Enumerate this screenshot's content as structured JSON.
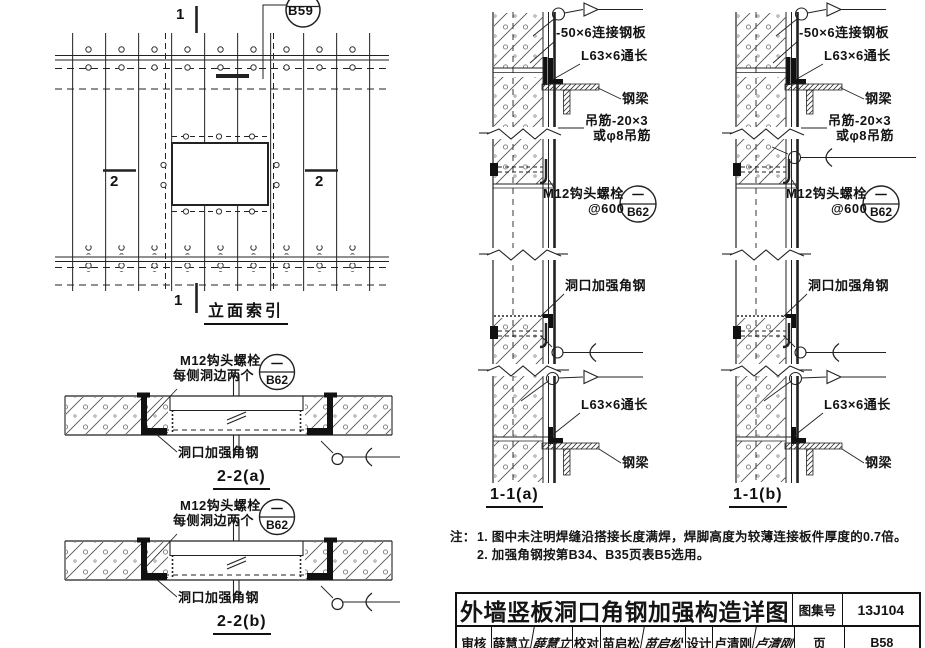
{
  "page": {
    "background": "#ffffff",
    "ink": "#1c1c1c"
  },
  "elevation": {
    "title": "立面索引",
    "section_mark_vertical": "1",
    "section_mark_horizontal": "2",
    "callout_b59": "B59"
  },
  "callout_ref": {
    "top": "一",
    "bottom": "B62"
  },
  "section_2_2": {
    "bolt_note_line1": "M12钩头螺栓",
    "bolt_note_line2": "每侧洞边两个",
    "angle_note": "洞口加强角钢",
    "title_a": "2-2(a)",
    "title_b": "2-2(b)"
  },
  "section_1_1": {
    "plate_note": "-50×6连接钢板",
    "top_angle_note": "L63×6通长",
    "top_beam_note": "钢梁",
    "hanger_note_line1": "吊筋-20×3",
    "hanger_note_line2": "或φ8吊筋",
    "bolt_note_line1": "M12钩头螺栓",
    "bolt_note_line2": "@600",
    "opening_angle_note": "洞口加强角钢",
    "bottom_angle_note": "L63×6通长",
    "bottom_beam_note": "钢梁",
    "title_a": "1-1(a)",
    "title_b": "1-1(b)"
  },
  "notes": {
    "label": "注：",
    "line1": "1. 图中未注明焊缝沿搭接长度满焊，焊脚高度为较薄连接板件厚度的0.7倍。",
    "line2": "2. 加强角钢按第B34、B35页表B5选用。"
  },
  "title_block": {
    "title": "外墙竖板洞口角钢加强构造详图",
    "atlas_label": "图集号",
    "atlas_number": "13J104",
    "page_label": "页",
    "page_number": "B58",
    "reviewer_label": "审核",
    "reviewer_name": "薛慧立",
    "reviewer_signature": "薛慧立",
    "checker_label": "校对",
    "checker_name": "苗启松",
    "checker_signature": "苗启松",
    "designer_label": "设计",
    "designer_name": "卢清刚",
    "designer_signature": "卢清刚"
  }
}
